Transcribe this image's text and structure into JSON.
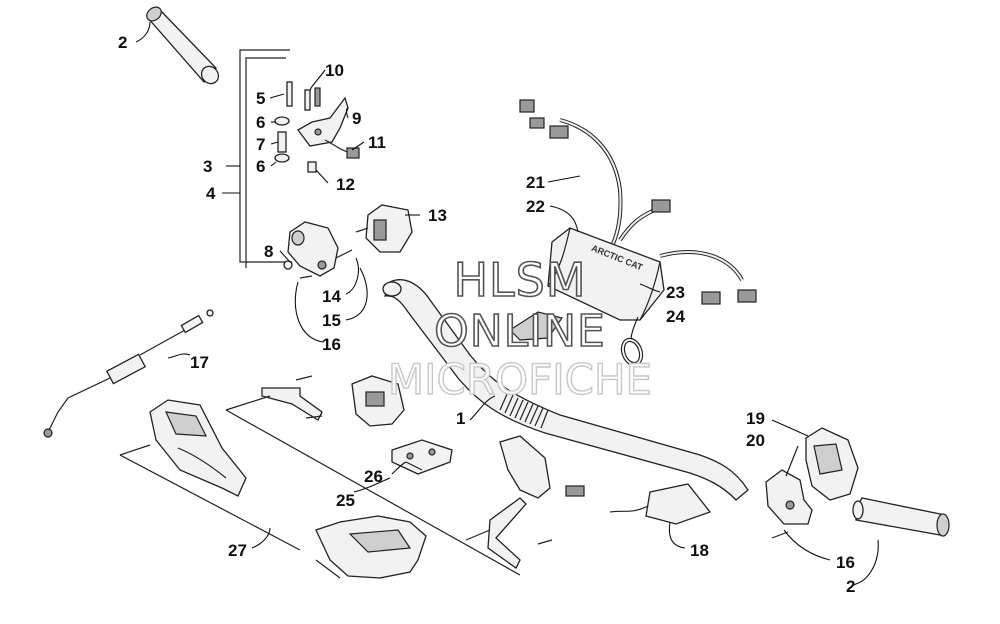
{
  "watermark": {
    "line1": "HLSM",
    "line2": "ONLINE",
    "line3": "MICROFICHE"
  },
  "callouts": [
    {
      "id": "p1",
      "label": "1"
    },
    {
      "id": "p2a",
      "label": "2"
    },
    {
      "id": "p2b",
      "label": "2"
    },
    {
      "id": "p3",
      "label": "3"
    },
    {
      "id": "p4",
      "label": "4"
    },
    {
      "id": "p5",
      "label": "5"
    },
    {
      "id": "p6a",
      "label": "6"
    },
    {
      "id": "p6b",
      "label": "6"
    },
    {
      "id": "p7",
      "label": "7"
    },
    {
      "id": "p8",
      "label": "8"
    },
    {
      "id": "p9",
      "label": "9"
    },
    {
      "id": "p10",
      "label": "10"
    },
    {
      "id": "p11",
      "label": "11"
    },
    {
      "id": "p12",
      "label": "12"
    },
    {
      "id": "p13",
      "label": "13"
    },
    {
      "id": "p14",
      "label": "14"
    },
    {
      "id": "p15",
      "label": "15"
    },
    {
      "id": "p16a",
      "label": "16"
    },
    {
      "id": "p16b",
      "label": "16"
    },
    {
      "id": "p17",
      "label": "17"
    },
    {
      "id": "p18",
      "label": "18"
    },
    {
      "id": "p19",
      "label": "19"
    },
    {
      "id": "p20",
      "label": "20"
    },
    {
      "id": "p21",
      "label": "21"
    },
    {
      "id": "p22",
      "label": "22"
    },
    {
      "id": "p23",
      "label": "23"
    },
    {
      "id": "p24",
      "label": "24"
    },
    {
      "id": "p25",
      "label": "25"
    },
    {
      "id": "p26",
      "label": "26"
    },
    {
      "id": "p27",
      "label": "27"
    }
  ],
  "pad_logo": "ARCTIC CAT"
}
